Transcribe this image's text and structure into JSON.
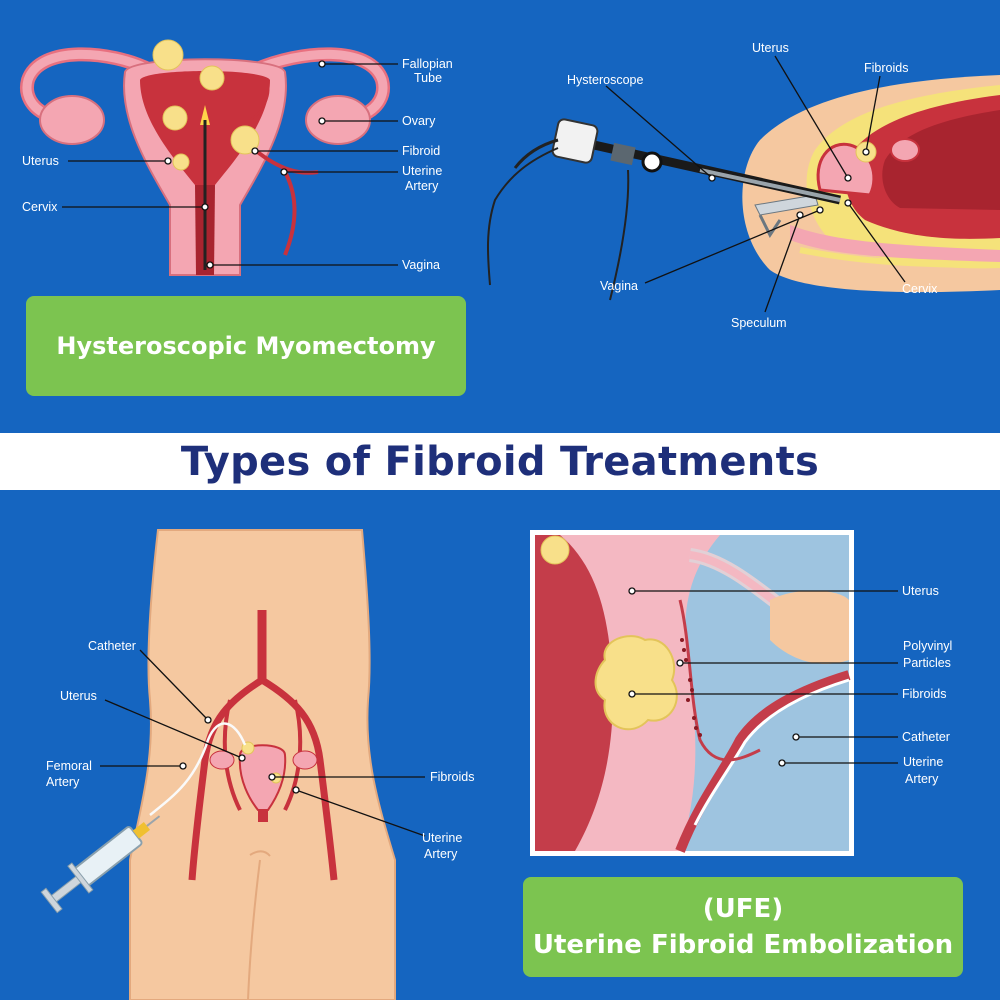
{
  "title": "Types of Fibroid Treatments",
  "panels": {
    "hysteroscopic_anatomy": {
      "labels": {
        "fallopian_tube": [
          "Fallopian",
          "Tube"
        ],
        "ovary": "Ovary",
        "uterus": "Uterus",
        "fibroid": "Fibroid",
        "uterine_artery": [
          "Uterine",
          "Artery"
        ],
        "cervix": "Cervix",
        "vagina": "Vagina"
      },
      "caption": "Hysteroscopic Myomectomy"
    },
    "hysteroscope_procedure": {
      "labels": {
        "uterus": "Uterus",
        "fibroids": "Fibroids",
        "hysteroscope": "Hysteroscope",
        "vagina": "Vagina",
        "cervix": "Cervix",
        "speculum": "Speculum"
      }
    },
    "ufe_body": {
      "labels": {
        "catheter": "Catheter",
        "uterus": "Uterus",
        "femoral_artery": [
          "Femoral",
          "Artery"
        ],
        "fibroids": "Fibroids",
        "uterine_artery": [
          "Uterine",
          "Artery"
        ]
      }
    },
    "ufe_closeup": {
      "labels": {
        "uterus": "Uterus",
        "polyvinyl_particles": [
          "Polyvinyl",
          "Particles"
        ],
        "fibroids": "Fibroids",
        "catheter": "Catheter",
        "uterine_artery": [
          "Uterine",
          "Artery"
        ]
      },
      "caption": [
        "(UFE)",
        "Uterine Fibroid Embolization"
      ]
    }
  },
  "colors": {
    "background": "#1565c0",
    "title": "#1e2f7a",
    "caption_box": "#7cc450",
    "tissue_pink": "#f4a6b2",
    "uterus_red": "#c8323d",
    "fibroid_yellow": "#f8e08a",
    "skin": "#f5c8a0"
  }
}
